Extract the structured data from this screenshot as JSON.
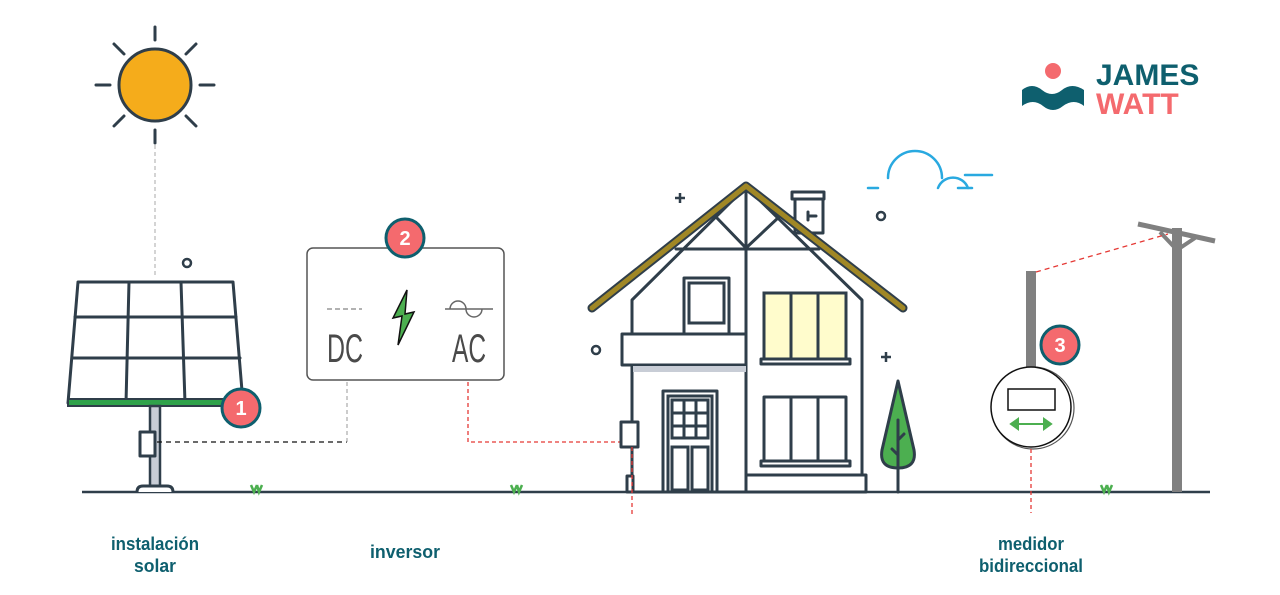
{
  "logo": {
    "line1": "JAMES",
    "line2": "WATT"
  },
  "steps": [
    {
      "number": "1",
      "label_lines": [
        "instalación",
        "solar"
      ]
    },
    {
      "number": "2",
      "label_lines": [
        "inversor"
      ]
    },
    {
      "number": "3",
      "label_lines": [
        "medidor",
        "bidireccional"
      ]
    }
  ],
  "inverter": {
    "input_label": "DC",
    "output_label": "AC"
  },
  "colors": {
    "badge": "#f46a6e",
    "badge_border": "#0e5f6e",
    "label": "#0e5f6e",
    "sun": "#f5ac1b",
    "roof": "#a08725",
    "green": "#4caf50",
    "wire_red": "#e53935",
    "line": "#2f3e4a"
  }
}
